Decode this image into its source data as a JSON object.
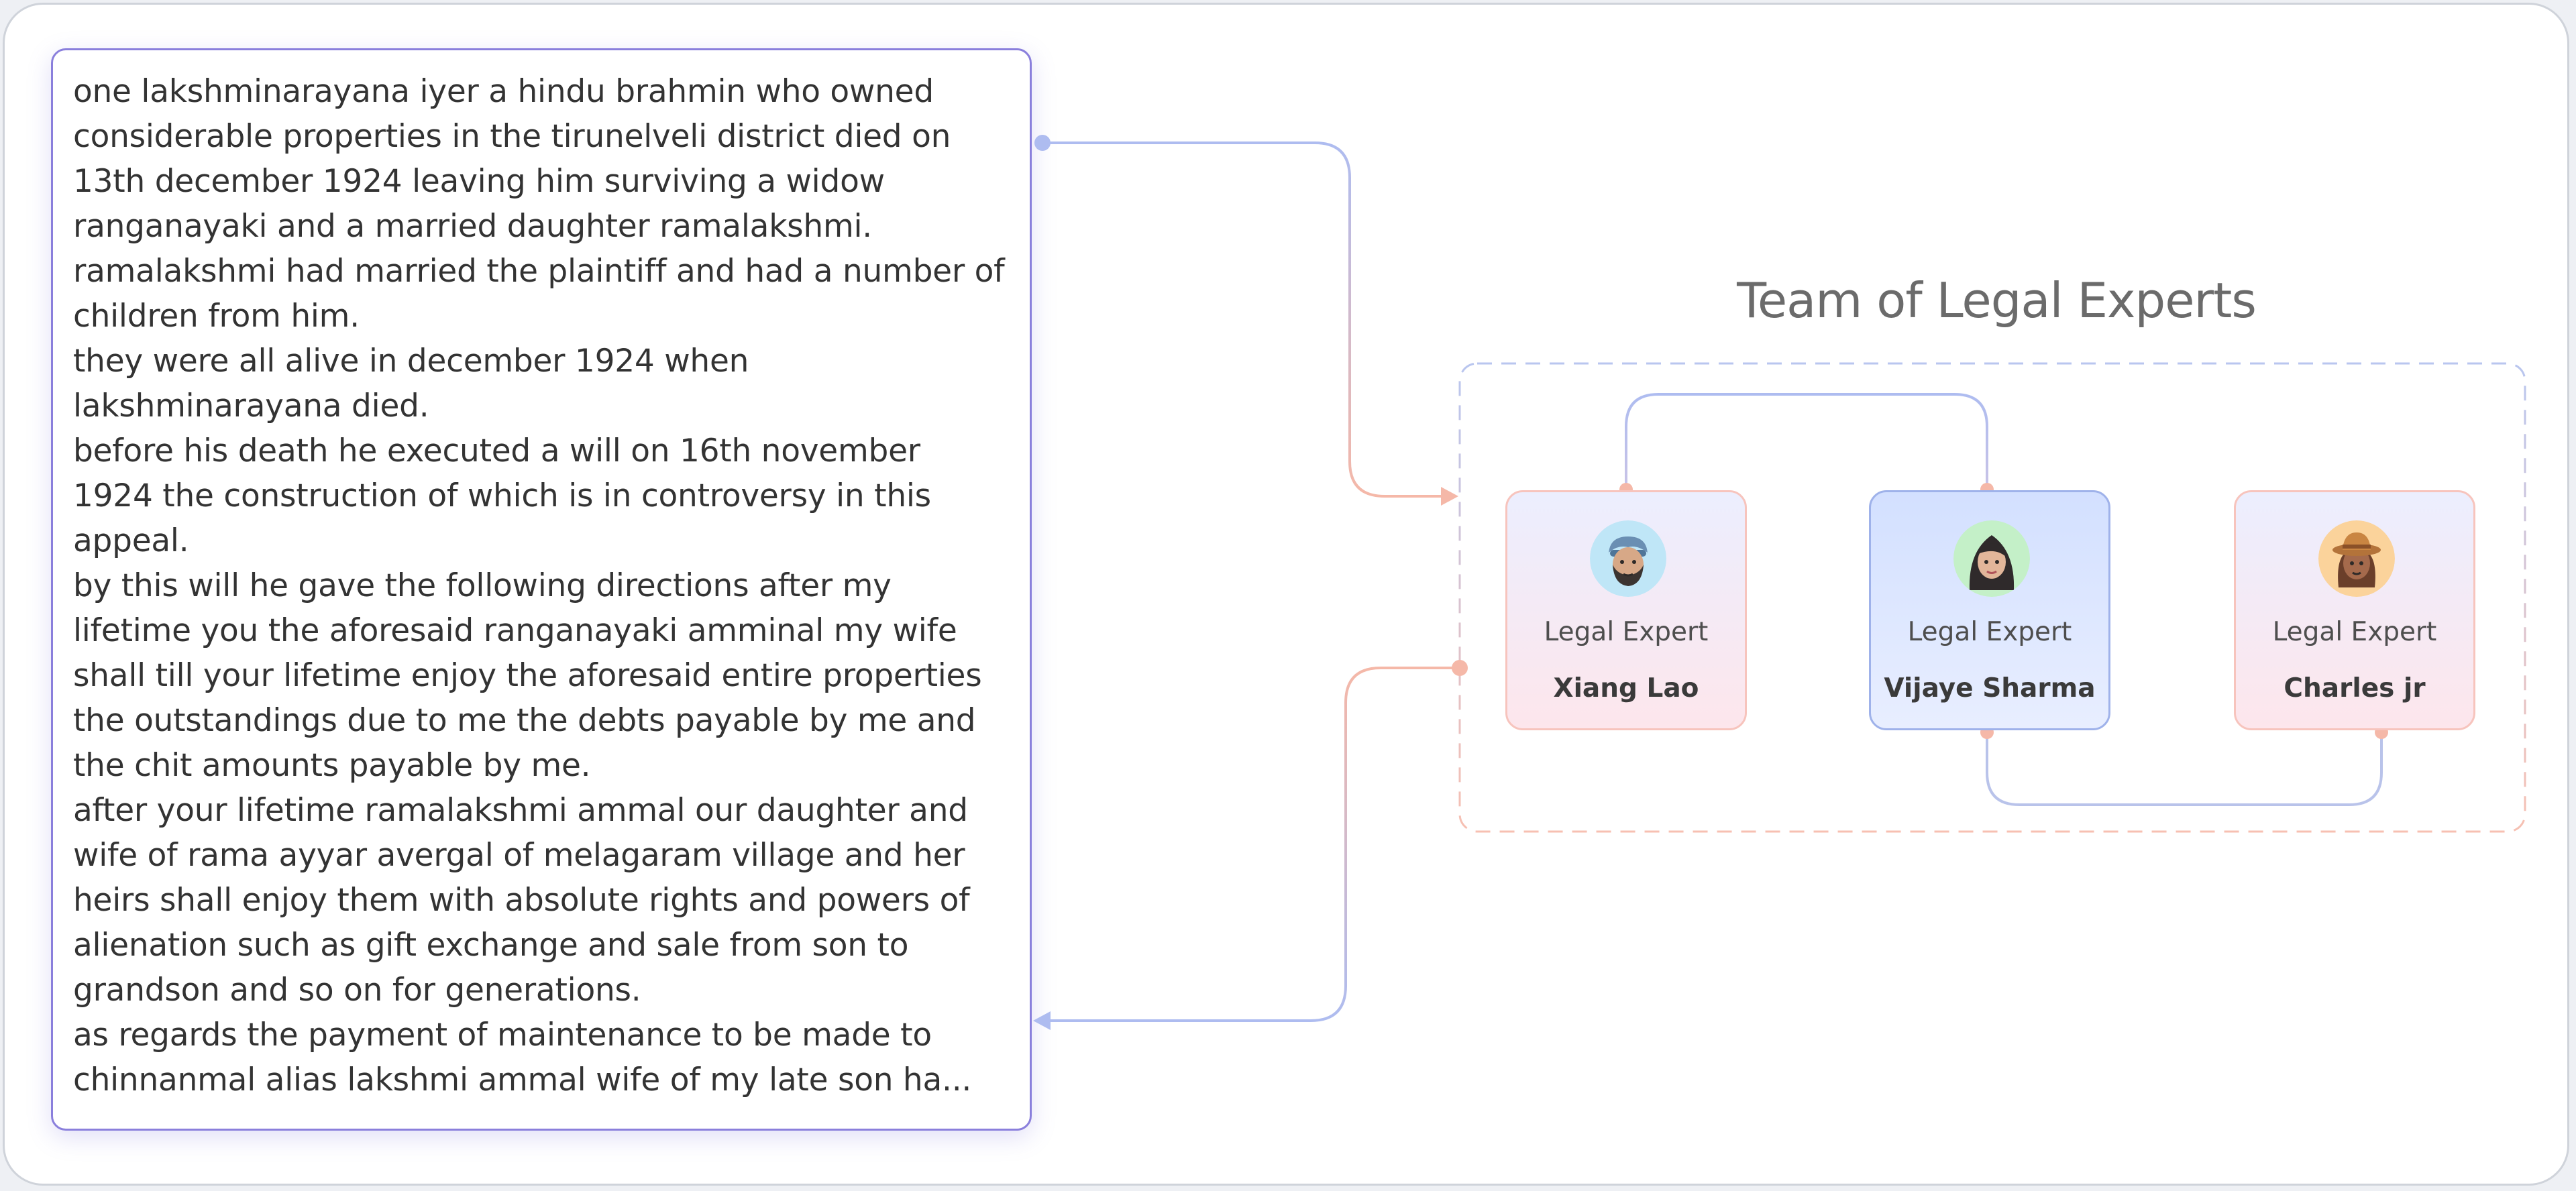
{
  "case_text": {
    "paragraphs": [
      "one lakshminarayana iyer a hindu brahmin who owned considerable properties in the tirunelveli district died on 13th december 1924 leaving him surviving a widow ranganayaki and a married daughter ramalakshmi.",
      "ramalakshmi had married the plaintiff and had a number of children from him.",
      "they were all alive in december 1924 when lakshminarayana died.",
      "before his death he executed a will on 16th november 1924 the construction of which is in controversy in this appeal.",
      "by this will he gave the following directions after my lifetime you the aforesaid ranganayaki amminal my wife shall till your lifetime enjoy the aforesaid entire properties the outstandings due to me the debts payable by me and the chit amounts payable by me.",
      "after your lifetime ramalakshmi ammal our daughter and wife of rama ayyar avergal of melagaram village and her heirs shall enjoy them with absolute rights and powers of alienation such as gift exchange and sale from son to grandson and so on for generations.",
      "as regards the payment of maintenance to be made to chinnanmal alias lakshmi ammal wife of my late son ha..."
    ]
  },
  "team": {
    "title": "Team of Legal Experts",
    "experts": [
      {
        "role": "Legal Expert",
        "name": "Xiang Lao",
        "avatar_icon": "bearded-man-memoji-icon",
        "avatar_bg": "#bfe6f7"
      },
      {
        "role": "Legal Expert",
        "name": "Vijaye Sharma",
        "avatar_icon": "woman-memoji-icon",
        "avatar_bg": "#c4f0c8"
      },
      {
        "role": "Legal Expert",
        "name": "Charles jr",
        "avatar_icon": "hat-wearing-memoji-icon",
        "avatar_bg": "#fbd39b"
      }
    ]
  },
  "colors": {
    "panel_border": "#8a7fdc",
    "connector_blue": "#aebcf0",
    "connector_salmon": "#f5b8a8",
    "card_border_pink": "#f7c4bd",
    "card_border_blue": "#9fb2ea"
  }
}
